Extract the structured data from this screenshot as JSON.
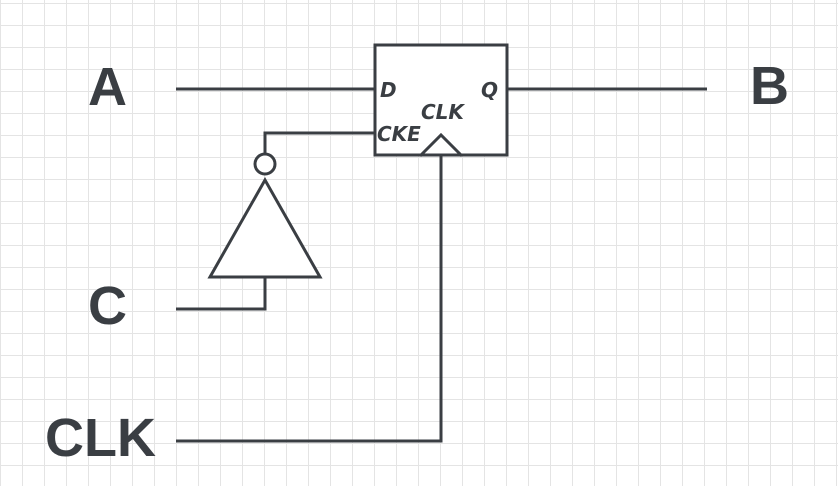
{
  "signals": {
    "input_a": "A",
    "input_c": "C",
    "input_clk": "CLK",
    "output_b": "B"
  },
  "flipflop": {
    "pin_d": "D",
    "pin_q": "Q",
    "pin_cke": "CKE",
    "pin_clk": "CLK"
  },
  "colors": {
    "line": "#3a3e43",
    "grid": "#e4e4e4",
    "background": "#ffffff"
  }
}
